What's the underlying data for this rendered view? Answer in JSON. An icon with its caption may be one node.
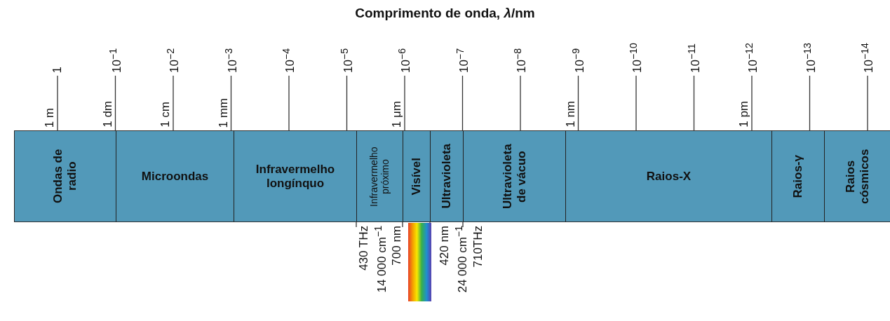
{
  "diagram": {
    "title": "Comprimento de onda, *λ*/nm",
    "nodes": [
      {
        "text": [
          "Ondas de radio"
        ]
      },
      {
        "text": [
          "Microondas"
        ]
      },
      {
        "text": [
          "Infravermelho longínquo"
        ]
      },
      {
        "text": [
          "Infravermelho próximo"
        ]
      },
      {
        "text": [
          "Visível"
        ]
      },
      {
        "text": [
          "Ultravioleta"
        ]
      },
      {
        "text": [
          "Ultravioleta de vácuo"
        ]
      },
      {
        "text": [
          "Raios-X"
        ]
      },
      {
        "text": [
          "Raios-γ"
        ]
      },
      {
        "text": [
          "Raios cósmicos"
        ]
      },
      {
        "text": [],
        "shape": "bar"
      }
    ],
    "labels": [
      "1",
      "10$^{−1}$",
      "10$^{−2}$",
      "10$^{−3}$",
      "10$^{−4}$",
      "10$^{−5}$",
      "10$^{−6}$",
      "10$^{−7}$",
      "10$^{−8}$",
      "10$^{−9}$",
      "10$^{−10}$",
      "10$^{−11}$",
      "10$^{−12}$",
      "10$^{−13}$",
      "10$^{−14}$",
      "1 m",
      "1 dm",
      "1 cm",
      "1 mm",
      "1 μm",
      "1 nm",
      "1 pm",
      "430 THz",
      "14 000 cm$^{−1}$",
      "700 nm",
      "420 nm",
      "24 000 cm$^{−1}$",
      "710THz"
    ]
  }
}
